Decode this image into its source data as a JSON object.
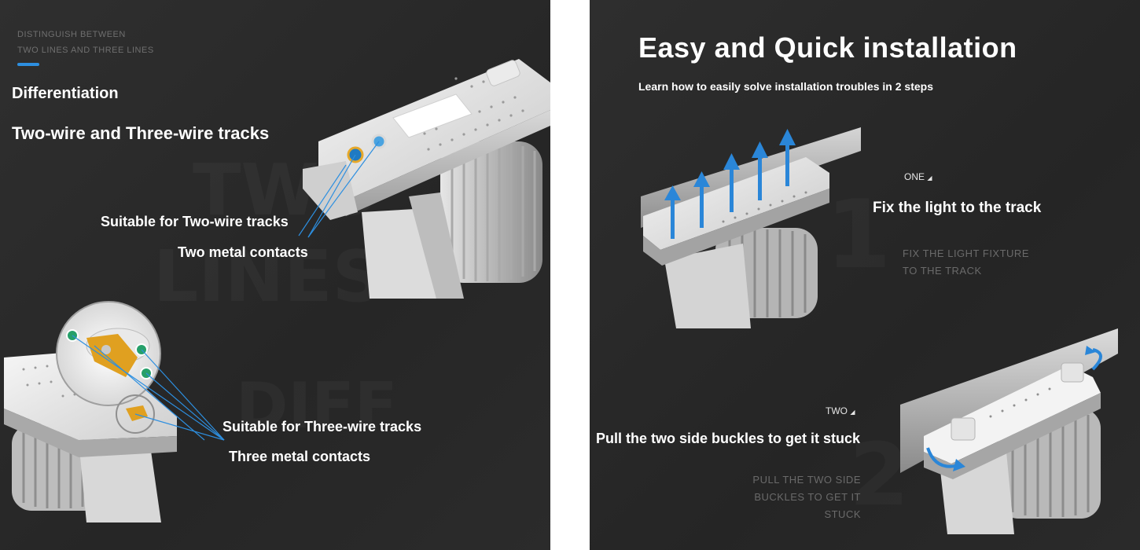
{
  "left": {
    "eyebrow_line1": "DISTINGUISH BETWEEN",
    "eyebrow_line2": "TWO LINES AND THREE LINES",
    "heading": "Differentiation",
    "subheading": "Two-wire and Three-wire tracks",
    "callout_two_title": "Suitable for Two-wire tracks",
    "callout_two_detail": "Two metal contacts",
    "callout_three_title": "Suitable for Three-wire tracks",
    "callout_three_detail": "Three metal contacts",
    "colors": {
      "accent": "#2d8fe0",
      "background": "#2a2a2a",
      "contact_gold": "#e0a020"
    }
  },
  "right": {
    "title": "Easy and Quick installation",
    "subtitle": "Learn how to easily solve installation troubles in 2 steps",
    "steps": [
      {
        "number_label": "ONE",
        "title": "Fix the light  to the track",
        "caption_line1": "FIX THE LIGHT FIXTURE",
        "caption_line2": "TO THE TRACK"
      },
      {
        "number_label": "TWO",
        "title": "Pull the two side buckles to get it stuck",
        "caption_line1": "PULL THE TWO SIDE",
        "caption_line2": "BUCKLES TO GET IT",
        "caption_line3": "STUCK"
      }
    ],
    "colors": {
      "arrow_blue": "#2a86d8",
      "background": "#282828"
    }
  }
}
